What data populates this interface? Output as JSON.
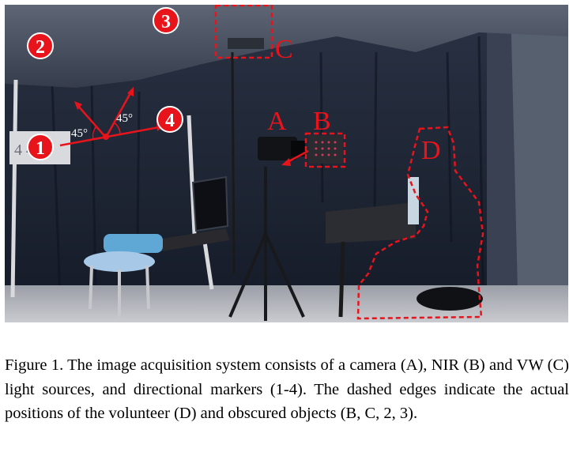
{
  "photo": {
    "markers": {
      "m1": "1",
      "m2": "2",
      "m3": "3",
      "m4": "4"
    },
    "angle_labels": {
      "left": "45°",
      "right": "45°"
    },
    "letters": {
      "A": "A",
      "B": "B",
      "C": "C",
      "D": "D"
    },
    "colors": {
      "annotation": "#e8141c",
      "curtain": "#1c2231"
    }
  },
  "caption": {
    "text": "Figure 1. The image acquisition system consists of a camera (A), NIR (B) and VW (C) light sources, and directional markers (1-4). The dashed edges indicate the actual positions of the volunteer (D) and obscured objects (B, C, 2, 3)."
  }
}
